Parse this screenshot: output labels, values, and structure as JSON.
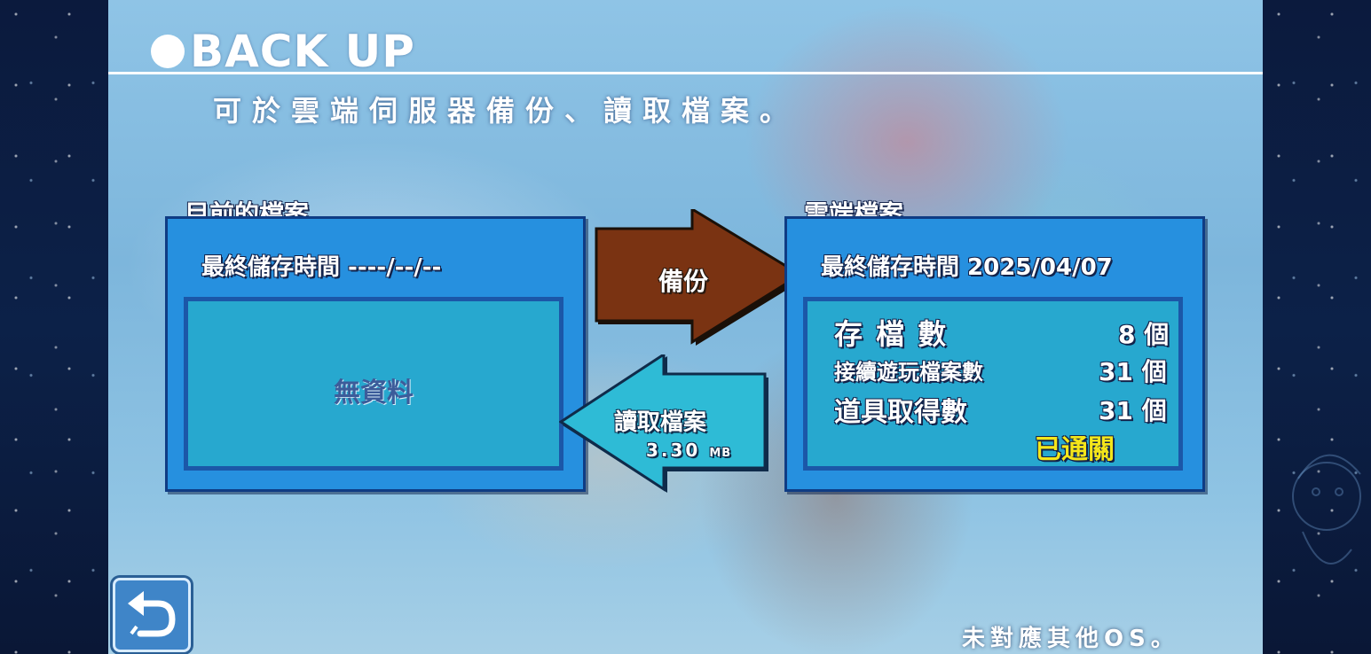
{
  "screen": {
    "title": "BACK UP",
    "subtitle": "可於雲端伺服器備份、讀取檔案。",
    "footer_note": "未對應其他OS。"
  },
  "current_file": {
    "label": "目前的檔案",
    "last_saved": "最終儲存時間 ----/--/--",
    "empty_text": "無資料"
  },
  "cloud_file": {
    "label": "雲端檔案",
    "last_saved": "最終儲存時間 2025/04/07",
    "stats": [
      {
        "label": "存 檔 數",
        "value": "8 個"
      },
      {
        "label": "接續遊玩檔案數",
        "value": "31 個"
      },
      {
        "label": "道具取得數",
        "value": "31 個"
      }
    ],
    "status": "已通關"
  },
  "actions": {
    "backup_label": "備份",
    "load_label": "讀取檔案",
    "load_size": "3.30",
    "load_size_unit": "MB"
  },
  "icons": {
    "back": "back-return-icon"
  },
  "colors": {
    "panel_blue": "#2690df",
    "inner_cyan": "#27a8cf",
    "backup_arrow": "#7a3312",
    "load_arrow": "#2ebbd6",
    "cleared_yellow": "#f4e61a"
  }
}
